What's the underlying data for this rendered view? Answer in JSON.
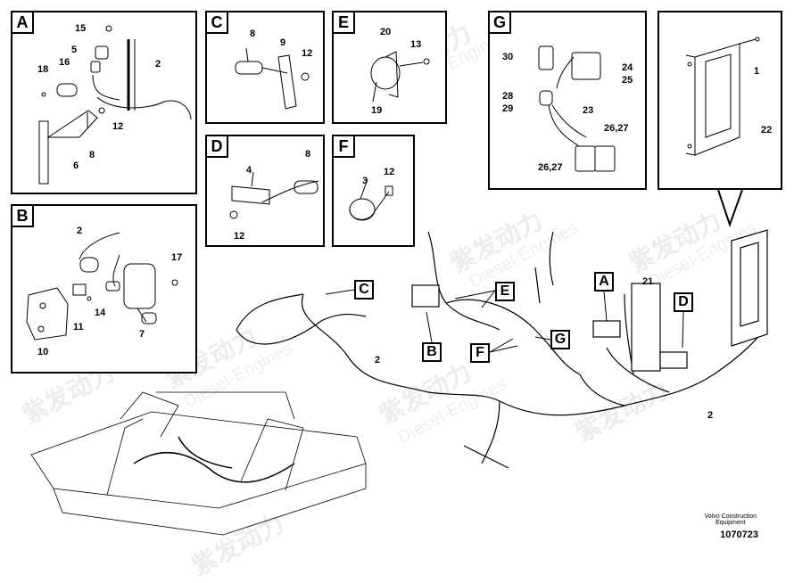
{
  "watermark": {
    "cn": "紫发动力",
    "en": "Diesel-Engines"
  },
  "boxes": {
    "A": {
      "label": "A",
      "parts": [
        "15",
        "5",
        "2",
        "18",
        "16",
        "12",
        "8",
        "6"
      ]
    },
    "B": {
      "label": "B",
      "parts": [
        "2",
        "17",
        "11",
        "14",
        "10",
        "7"
      ]
    },
    "C": {
      "label": "C",
      "parts": [
        "8",
        "9",
        "12"
      ]
    },
    "D": {
      "label": "D",
      "parts": [
        "8",
        "4",
        "12"
      ]
    },
    "E": {
      "label": "E",
      "parts": [
        "20",
        "13",
        "19"
      ]
    },
    "F": {
      "label": "F",
      "parts": [
        "12",
        "3"
      ]
    },
    "G": {
      "label": "G",
      "parts": [
        "30",
        "24",
        "25",
        "28",
        "29",
        "23",
        "26,27",
        "26,27"
      ]
    },
    "R": {
      "parts": [
        "1",
        "22"
      ]
    }
  },
  "callouts": [
    "C",
    "E",
    "B",
    "F",
    "G",
    "A",
    "D"
  ],
  "main_parts": {
    "harness_left": "2",
    "harness_right": "2",
    "bracket": "21"
  },
  "footer": {
    "brand": "Volvo Construction",
    "sub": "Equipment",
    "doc_no": "1070723"
  }
}
